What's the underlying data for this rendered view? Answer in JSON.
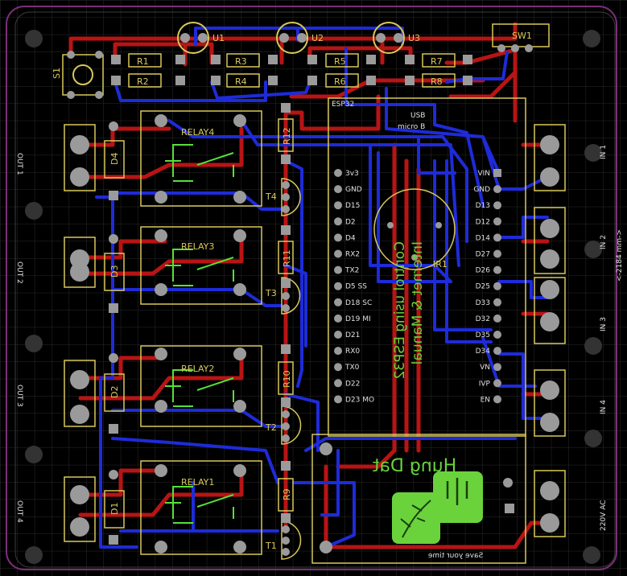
{
  "colors": {
    "background": "#000000",
    "grid": "#2a2a2a",
    "outline": "#7a2f7a",
    "top_copper": "#b81414",
    "bottom_copper": "#1e2bd8",
    "silkscreen": "#d8c85a",
    "pad": "#9a9a9a",
    "logo_green": "#6ad33c",
    "schematic_green": "#56e03a"
  },
  "components": {
    "switch": "S1",
    "sw1": "SW1",
    "regulators": [
      "U1",
      "U2",
      "U3"
    ],
    "resistors_top": [
      "R1",
      "R3",
      "R5",
      "R7"
    ],
    "resistors_bottom": [
      "R2",
      "R4",
      "R6",
      "R8"
    ],
    "resistors_side": [
      "R12",
      "R11",
      "R10",
      "R9"
    ],
    "relays": [
      "RELAY4",
      "RELAY3",
      "RELAY2",
      "RELAY1"
    ],
    "transistors": [
      "T4",
      "T3",
      "T2",
      "T1"
    ],
    "diodes": [
      "D4",
      "D3",
      "D2",
      "D1"
    ],
    "outputs": [
      "OUT 1",
      "OUT 2",
      "OUT 3",
      "OUT 4"
    ],
    "inputs": [
      "IN 1",
      "IN 2",
      "IN 3",
      "IN 4"
    ],
    "ac_label": "220V AC",
    "esp_label": "ESP32",
    "usb_label": "USB",
    "usb_sub": "micro B",
    "ir_label": "IR1",
    "dimension": "<-2184 mm->"
  },
  "esp_left_pins": [
    "3v3",
    "GND",
    "D15",
    "D2",
    "D4",
    "RX2",
    "TX2",
    "D5 SS",
    "D18 SC",
    "D19 MI",
    "D21",
    "RX0",
    "TX0",
    "D22",
    "D23 MO"
  ],
  "esp_right_pins": [
    "VIN",
    "GND",
    "D13",
    "D12",
    "D14",
    "D27",
    "D26",
    "D25",
    "D33",
    "D32",
    "D35",
    "D34",
    "VN",
    "IVP",
    "EN"
  ],
  "mirrored_text": {
    "line1": "Control using ESP32",
    "line2": "Internet & Manual"
  },
  "logo": {
    "name": "Hung Dat",
    "slogan": "Save your time"
  }
}
